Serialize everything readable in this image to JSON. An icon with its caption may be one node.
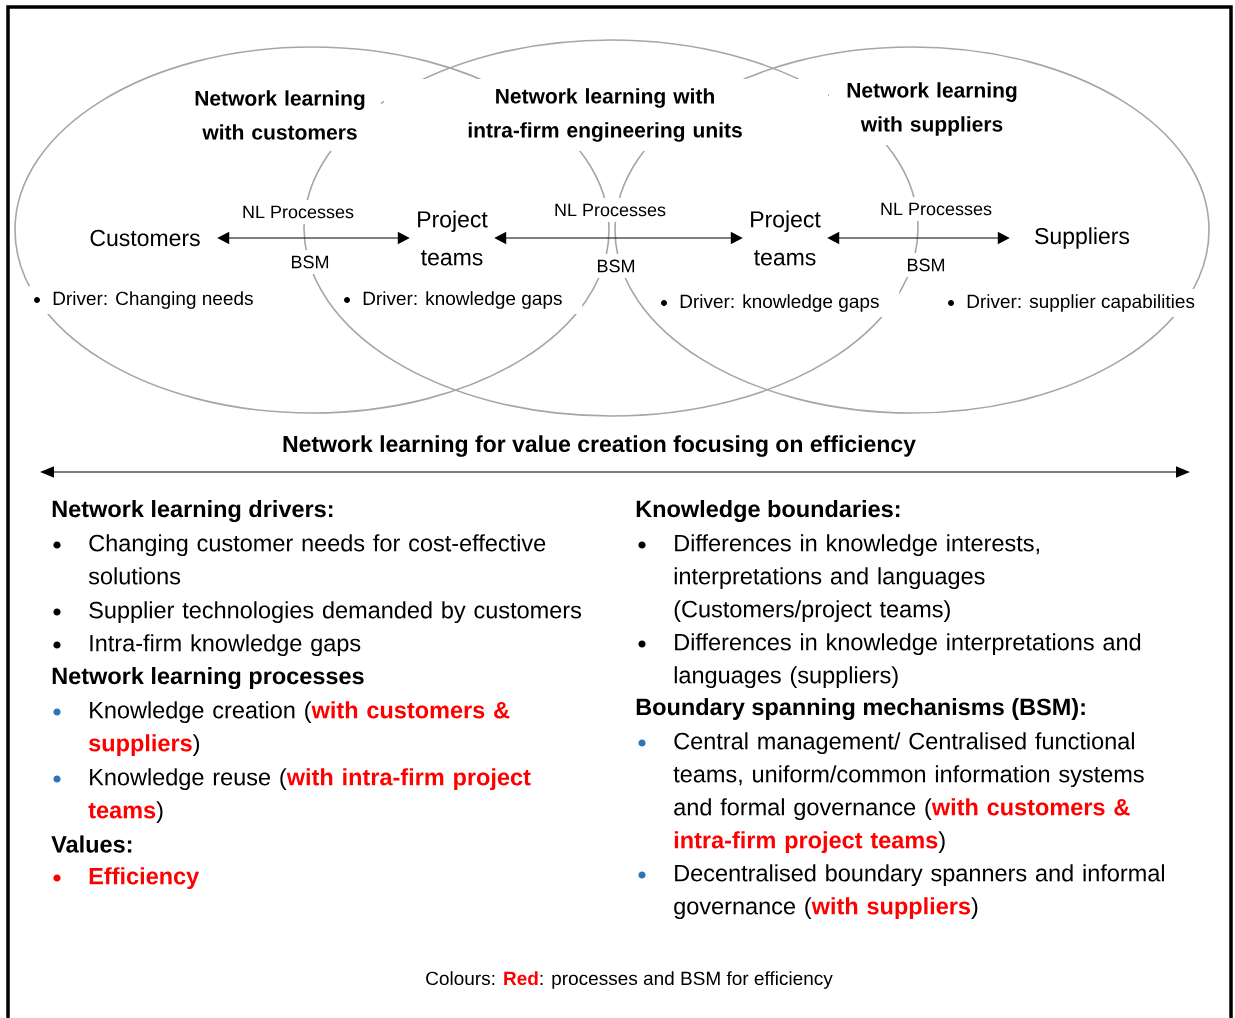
{
  "diagram": {
    "caption": "Colours: **Red**: processes and BSM for efficiency",
    "nodes": [
      {
        "text": [
          "Customers"
        ],
        "beside": [
          "Driver: Changing needs"
        ]
      },
      {
        "text": [
          "Project teams"
        ],
        "beside": [
          "Driver: knowledge gaps"
        ]
      },
      {
        "text": [
          "Project teams"
        ],
        "beside": [
          "Driver: knowledge gaps"
        ]
      },
      {
        "text": [
          "Suppliers"
        ],
        "beside": [
          "Driver: supplier capabilities"
        ]
      }
    ],
    "edges": [
      {
        "from": 0,
        "to": 1,
        "arrow": "both",
        "label": "NL Processes"
      },
      {
        "from": 1,
        "to": 2,
        "arrow": "both",
        "label": "NL Processes"
      },
      {
        "from": 2,
        "to": 3,
        "arrow": "both",
        "label": "NL Processes"
      }
    ],
    "labels": [
      "Network learning with customers",
      "Network learning with intra-firm engineering units",
      "Network learning with suppliers",
      "BSM",
      "BSM",
      "BSM",
      "Network learning for value creation focusing on efficiency",
      "Network learning drivers:",
      "Changing customer needs for cost-effective solutions",
      "Supplier technologies demanded by customers",
      "Intra-firm knowledge gaps",
      "Network learning processes",
      "Knowledge creation (**with customers & suppliers**)",
      "Knowledge reuse (**with intra-firm project teams**)",
      "Values:",
      "Efficiency",
      "Knowledge boundaries:",
      "Differences in knowledge interests, interpretations and languages (Customers/project teams)",
      "Differences in knowledge interpretations and languages (suppliers)",
      "Boundary spanning mechanisms (BSM):",
      "Central management/ Centralised functional teams, uniform/common information systems and formal governance (**with customers & intra-firm project teams**)",
      "Decentralised boundary spanners and informal governance (**with suppliers**)"
    ]
  }
}
